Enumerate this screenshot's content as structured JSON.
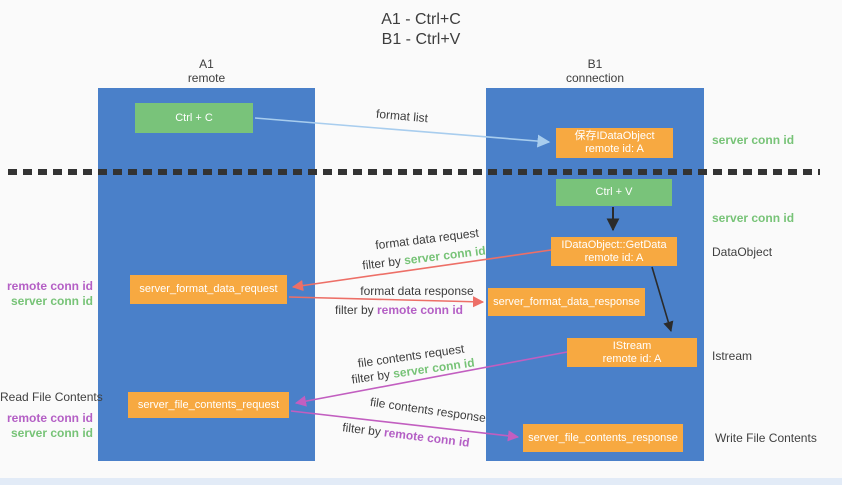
{
  "title": {
    "line1": "A1 - Ctrl+C",
    "line2": "B1 - Ctrl+V"
  },
  "lanes": {
    "a1": {
      "name": "A1",
      "role": "remote"
    },
    "b1": {
      "name": "B1",
      "role": "connection"
    }
  },
  "boxes": {
    "ctrl_c": {
      "label": "Ctrl + C"
    },
    "save_idataobject": {
      "line1": "保存IDataObject",
      "line2": "remote id: A"
    },
    "ctrl_v": {
      "label": "Ctrl + V"
    },
    "getdata": {
      "line1": "IDataObject::GetData",
      "line2": "remote id: A"
    },
    "format_request": {
      "label": "server_format_data_request"
    },
    "format_response": {
      "label": "server_format_data_response"
    },
    "istream": {
      "line1": "IStream",
      "line2": "remote id: A"
    },
    "file_request": {
      "label": "server_file_contents_request"
    },
    "file_response": {
      "label": "server_file_contents_response"
    }
  },
  "flow_labels": {
    "format_list": "format list",
    "format_data_request": "format data request",
    "format_data_response": "format data response",
    "file_contents_request": "file contents request",
    "file_contents_response": "file contents response",
    "filter_by": "filter by ",
    "server_conn_id": "server conn id",
    "remote_conn_id": "remote conn id"
  },
  "side_labels": {
    "server_conn_id_top": "server conn id",
    "server_conn_id_mid": "server conn id",
    "dataobject": "DataObject",
    "istream": "Istream",
    "write_file_contents": "Write File Contents",
    "read_file_contents": "Read File Contents",
    "remote_conn_id": "remote conn id",
    "server_conn_id": "server conn id"
  },
  "colors": {
    "lane_blue": "#4a80c9",
    "box_green": "#79c37a",
    "box_orange": "#f7a941",
    "accent_green": "#77c377",
    "accent_purple": "#b45fc5",
    "arrow_blue": "#a8cdee",
    "arrow_red": "#ed6f67",
    "arrow_magenta": "#c25ec0",
    "arrow_black": "#2b2b2b",
    "text_dark": "#404040"
  }
}
